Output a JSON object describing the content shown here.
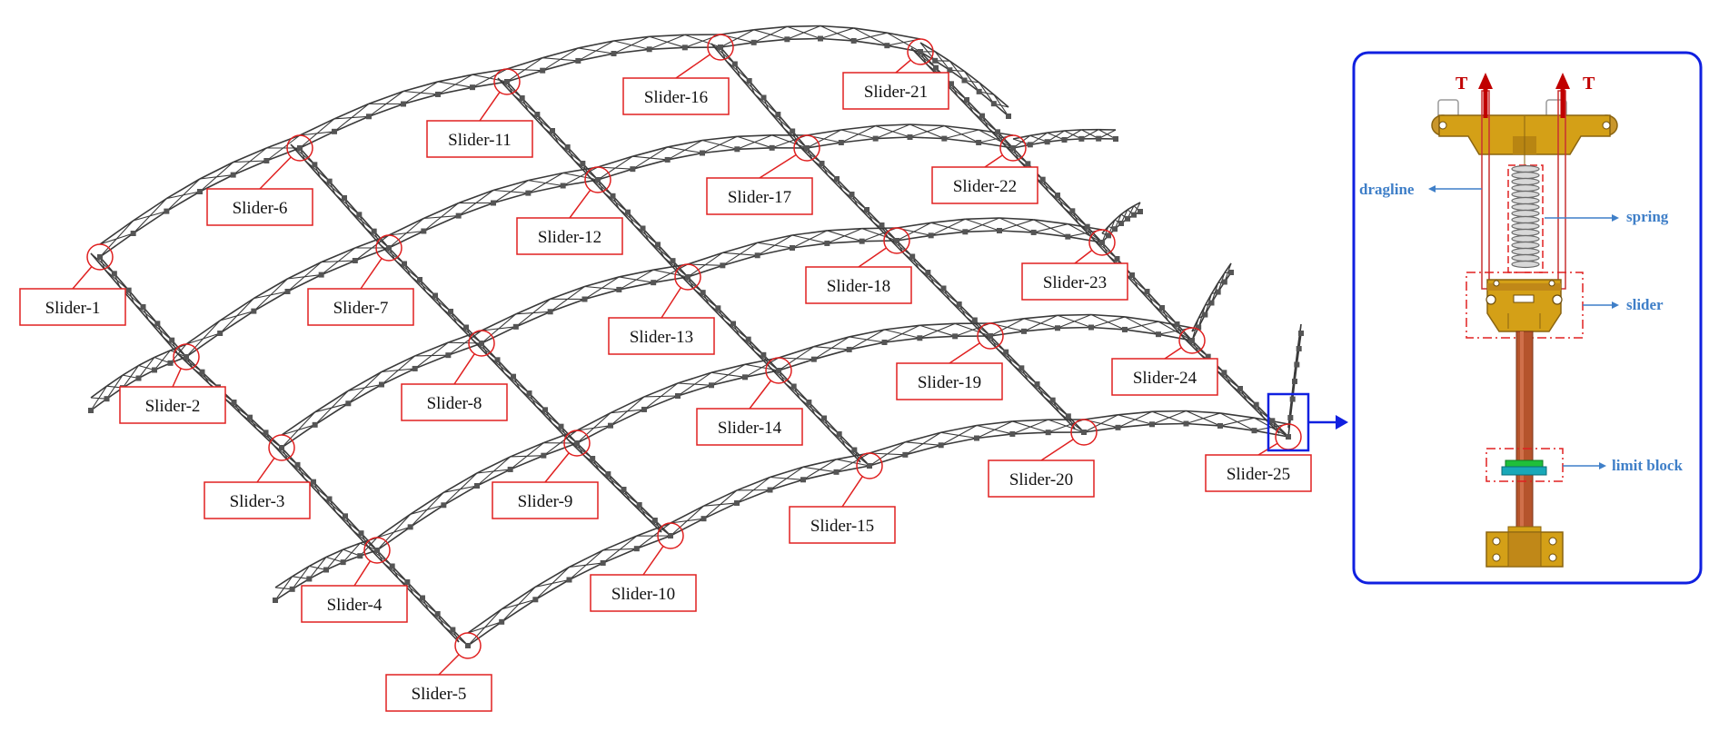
{
  "colors": {
    "callout": "#e02020",
    "truss": "#3a3a3a",
    "frame": "#1020e0",
    "detail_label": "#3f7fc8",
    "force": "#c00000",
    "bracket": "#d4a017",
    "rod": "#b5542c",
    "limit_block": "#1fbf3a"
  },
  "sliders": [
    {
      "id": 1,
      "label": "Slider-1"
    },
    {
      "id": 2,
      "label": "Slider-2"
    },
    {
      "id": 3,
      "label": "Slider-3"
    },
    {
      "id": 4,
      "label": "Slider-4"
    },
    {
      "id": 5,
      "label": "Slider-5"
    },
    {
      "id": 6,
      "label": "Slider-6"
    },
    {
      "id": 7,
      "label": "Slider-7"
    },
    {
      "id": 8,
      "label": "Slider-8"
    },
    {
      "id": 9,
      "label": "Slider-9"
    },
    {
      "id": 10,
      "label": "Slider-10"
    },
    {
      "id": 11,
      "label": "Slider-11"
    },
    {
      "id": 12,
      "label": "Slider-12"
    },
    {
      "id": 13,
      "label": "Slider-13"
    },
    {
      "id": 14,
      "label": "Slider-14"
    },
    {
      "id": 15,
      "label": "Slider-15"
    },
    {
      "id": 16,
      "label": "Slider-16"
    },
    {
      "id": 17,
      "label": "Slider-17"
    },
    {
      "id": 18,
      "label": "Slider-18"
    },
    {
      "id": 19,
      "label": "Slider-19"
    },
    {
      "id": 20,
      "label": "Slider-20"
    },
    {
      "id": 21,
      "label": "Slider-21"
    },
    {
      "id": 22,
      "label": "Slider-22"
    },
    {
      "id": 23,
      "label": "Slider-23"
    },
    {
      "id": 24,
      "label": "Slider-24"
    },
    {
      "id": 25,
      "label": "Slider-25"
    }
  ],
  "detail": {
    "force_left": "T",
    "force_right": "T",
    "dragline": "dragline",
    "spring": "spring",
    "slider": "slider",
    "limit_block": "limit  block"
  }
}
